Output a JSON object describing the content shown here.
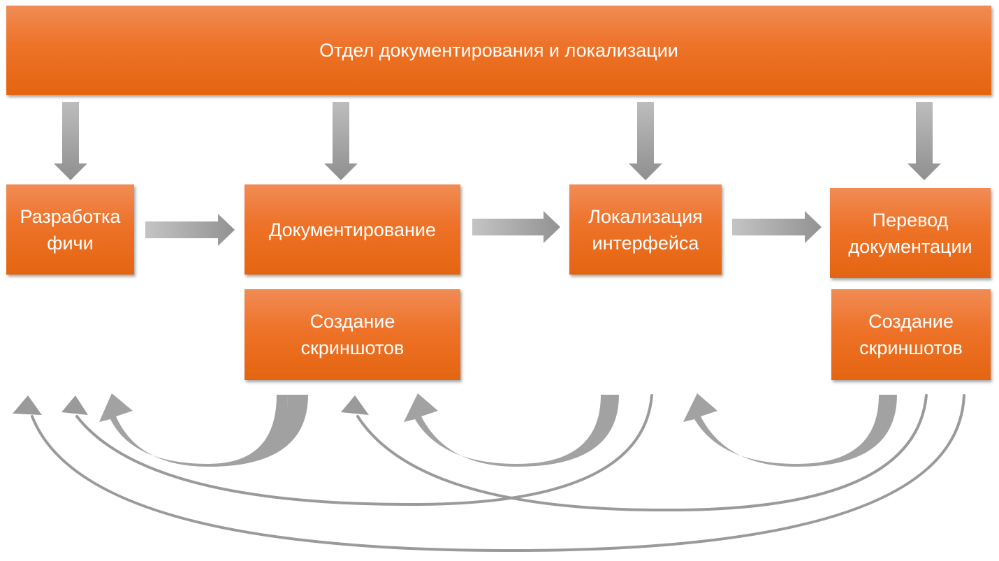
{
  "header": {
    "title": "Отдел документирования и локализации"
  },
  "stages": {
    "dev": "Разработка\nфичи",
    "doc": "Документирование",
    "loc": "Локализация\nинтерфейса",
    "trans": "Перевод\nдокументации",
    "shots_doc": "Создание\nскриншотов",
    "shots_trans": "Создание\nскриншотов"
  },
  "colors": {
    "box_top": "#f08c55",
    "box_bottom": "#e46510",
    "arrow": "#9a9a9a",
    "text": "#ffffff"
  }
}
